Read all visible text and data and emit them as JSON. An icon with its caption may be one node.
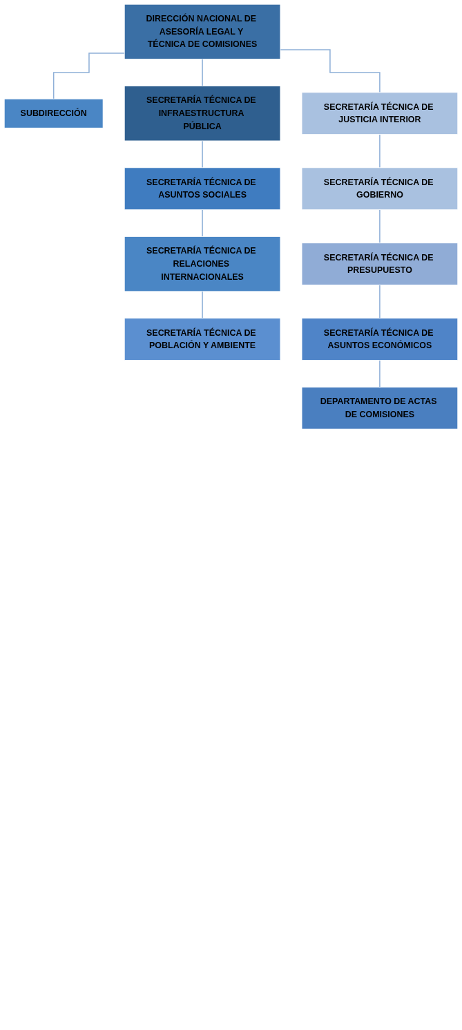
{
  "diagram": {
    "nodes": [
      {
        "text": [
          "DIRECCIÓN NACIONAL DE ASESORÍA LEGAL Y TÉCNICA DE COMISIONES"
        ]
      },
      {
        "text": [
          "SUBDIRECCIÓN"
        ]
      },
      {
        "text": [
          "SECRETARÍA TÉCNICA DE INFRAESTRUCTURA PÚBLICA"
        ]
      },
      {
        "text": [
          "SECRETARÍA TÉCNICA DE JUSTICIA INTERIOR"
        ]
      },
      {
        "text": [
          "SECRETARÍA TÉCNICA DE ASUNTOS SOCIALES"
        ]
      },
      {
        "text": [
          "SECRETARÍA TÉCNICA DE GOBIERNO"
        ]
      },
      {
        "text": [
          "SECRETARÍA TÉCNICA DE RELACIONES INTERNACIONALES"
        ]
      },
      {
        "text": [
          "SECRETARÍA TÉCNICA DE PRESUPUESTO"
        ]
      },
      {
        "text": [
          "SECRETARÍA TÉCNICA DE POBLACIÓN Y AMBIENTE"
        ]
      },
      {
        "text": [
          "SECRETARÍA TÉCNICA DE ASUNTOS ECONÓMICOS"
        ]
      },
      {
        "text": [
          "DEPARTAMENTO DE ACTAS DE COMISIONES"
        ]
      }
    ],
    "edges": [
      {
        "from": 0,
        "to": 1,
        "arrow": "none"
      },
      {
        "from": 0,
        "to": 2,
        "arrow": "none"
      },
      {
        "from": 0,
        "to": 3,
        "arrow": "none"
      },
      {
        "from": 2,
        "to": 4,
        "arrow": "none"
      },
      {
        "from": 4,
        "to": 6,
        "arrow": "none"
      },
      {
        "from": 6,
        "to": 8,
        "arrow": "none"
      },
      {
        "from": 3,
        "to": 5,
        "arrow": "none"
      },
      {
        "from": 5,
        "to": 7,
        "arrow": "none"
      },
      {
        "from": 7,
        "to": 9,
        "arrow": "none"
      },
      {
        "from": 9,
        "to": 10,
        "arrow": "none"
      }
    ]
  }
}
